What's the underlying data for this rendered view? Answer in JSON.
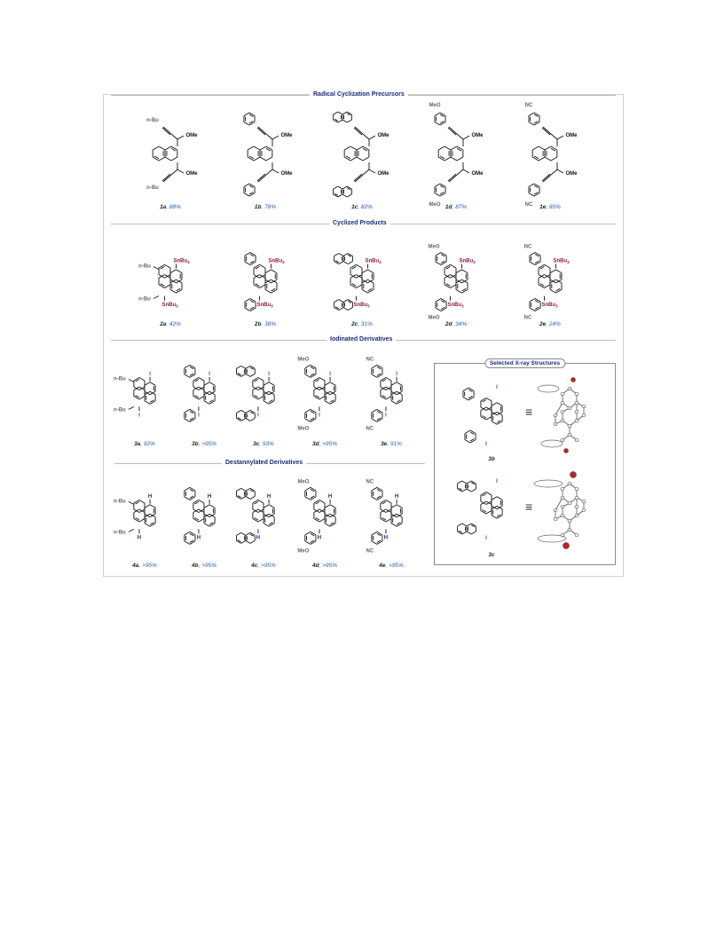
{
  "sections": {
    "precursors": "Radical Cyclization Precursors",
    "cyclized": "Cyclized Products",
    "iodinated": "Iodinated Derivatives",
    "destannylated": "Destannylated Derivatives",
    "xray": "Selected X-ray Structures"
  },
  "labels": {
    "nbu": "n-Bu",
    "ome": "OMe",
    "meo": "MeO",
    "nc": "NC",
    "snbu3": "SnBu3",
    "iodo": "I",
    "hydro": "H"
  },
  "precursors": [
    {
      "id": "1a",
      "yield": "88%"
    },
    {
      "id": "1b",
      "yield": "78%"
    },
    {
      "id": "1c",
      "yield": "82%"
    },
    {
      "id": "1d",
      "yield": "87%"
    },
    {
      "id": "1e",
      "yield": "80%"
    }
  ],
  "cyclized": [
    {
      "id": "2a",
      "yield": "42%"
    },
    {
      "id": "2b",
      "yield": "38%"
    },
    {
      "id": "2c",
      "yield": "31%"
    },
    {
      "id": "2d",
      "yield": "34%"
    },
    {
      "id": "2e",
      "yield": "24%"
    }
  ],
  "iodinated": [
    {
      "id": "3a",
      "yield": "92%"
    },
    {
      "id": "3b",
      "yield": ">95%"
    },
    {
      "id": "3c",
      "yield": "93%"
    },
    {
      "id": "3d",
      "yield": ">95%"
    },
    {
      "id": "3e",
      "yield": "91%"
    }
  ],
  "destannylated": [
    {
      "id": "4a",
      "yield": ">95%"
    },
    {
      "id": "4b",
      "yield": ">95%"
    },
    {
      "id": "4c",
      "yield": ">95%"
    },
    {
      "id": "4d",
      "yield": ">95%"
    },
    {
      "id": "4e",
      "yield": ">95%"
    }
  ],
  "xray": [
    {
      "id": "3b"
    },
    {
      "id": "3c"
    }
  ],
  "colors": {
    "title": "#1b2a7a",
    "yield": "#2b5fa8",
    "tin": "#8b1a4a",
    "iodine": "#b02a2a",
    "hydrogen": "#1b2a7a",
    "substituent": "#666666"
  }
}
